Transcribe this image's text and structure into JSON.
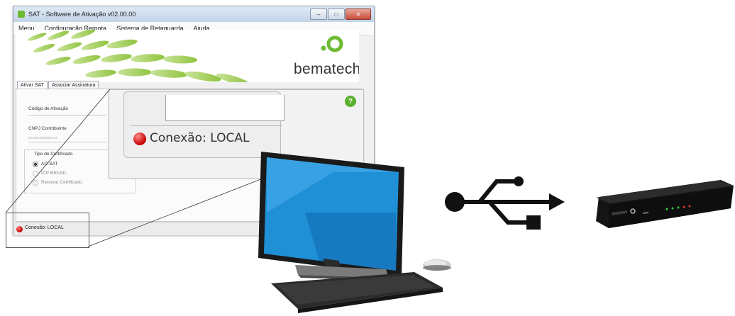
{
  "window": {
    "title": "SAT - Software de Ativação v02.00.00",
    "controls": {
      "minimize": "–",
      "maximize": "□",
      "close": "✕"
    }
  },
  "menu": {
    "items": [
      "Menu",
      "Configuração Remota",
      "Sistema de Retaguarda",
      "Ajuda"
    ]
  },
  "banner": {
    "logo_text": "bematech"
  },
  "tabs": [
    "Ativar SAT",
    "Associar Assinatura"
  ],
  "form": {
    "activation_code_label": "Código de Ativação",
    "cnpj_label": "CNPJ Contribuinte",
    "cnpj_placeholder": "xx.xxx.xxx/xxxx-xx",
    "cert_group_label": "Tipo de Certificado",
    "cert_options": [
      {
        "label": "AC-SAT",
        "selected": true
      },
      {
        "label": "ICP-BRASIL",
        "selected": false
      },
      {
        "label": "Renovar Certificado",
        "selected": false
      }
    ]
  },
  "help_button": "?",
  "status": {
    "text": "Conexão: LOCAL",
    "color": "#c40000"
  },
  "callout": {
    "status_text": "Conexão: LOCAL"
  },
  "diagram": {
    "computer": "desktop-monitor-with-keyboard-and-mouse",
    "connection": "usb-icon",
    "device": "sat-device"
  },
  "colors": {
    "accent_green": "#6dbb33",
    "status_red": "#c40000",
    "monitor_screen": "#1f8fd6"
  }
}
